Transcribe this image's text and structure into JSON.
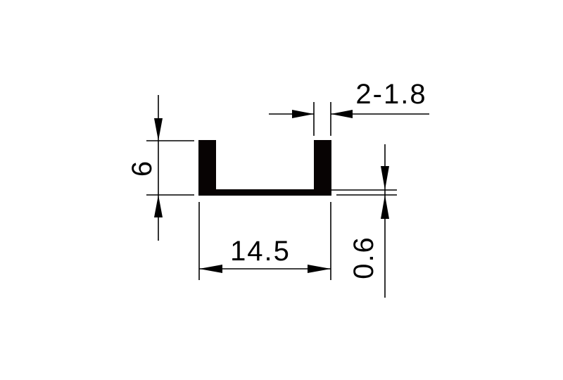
{
  "drawing": {
    "type": "U-channel profile cross-section",
    "colors": {
      "profile": "#070303",
      "lines": "#000000",
      "background": "#ffffff"
    },
    "dimensions": {
      "height": "6",
      "width": "14.5",
      "wall_thickness": "2-1.8",
      "base_thickness": "0.6"
    }
  }
}
